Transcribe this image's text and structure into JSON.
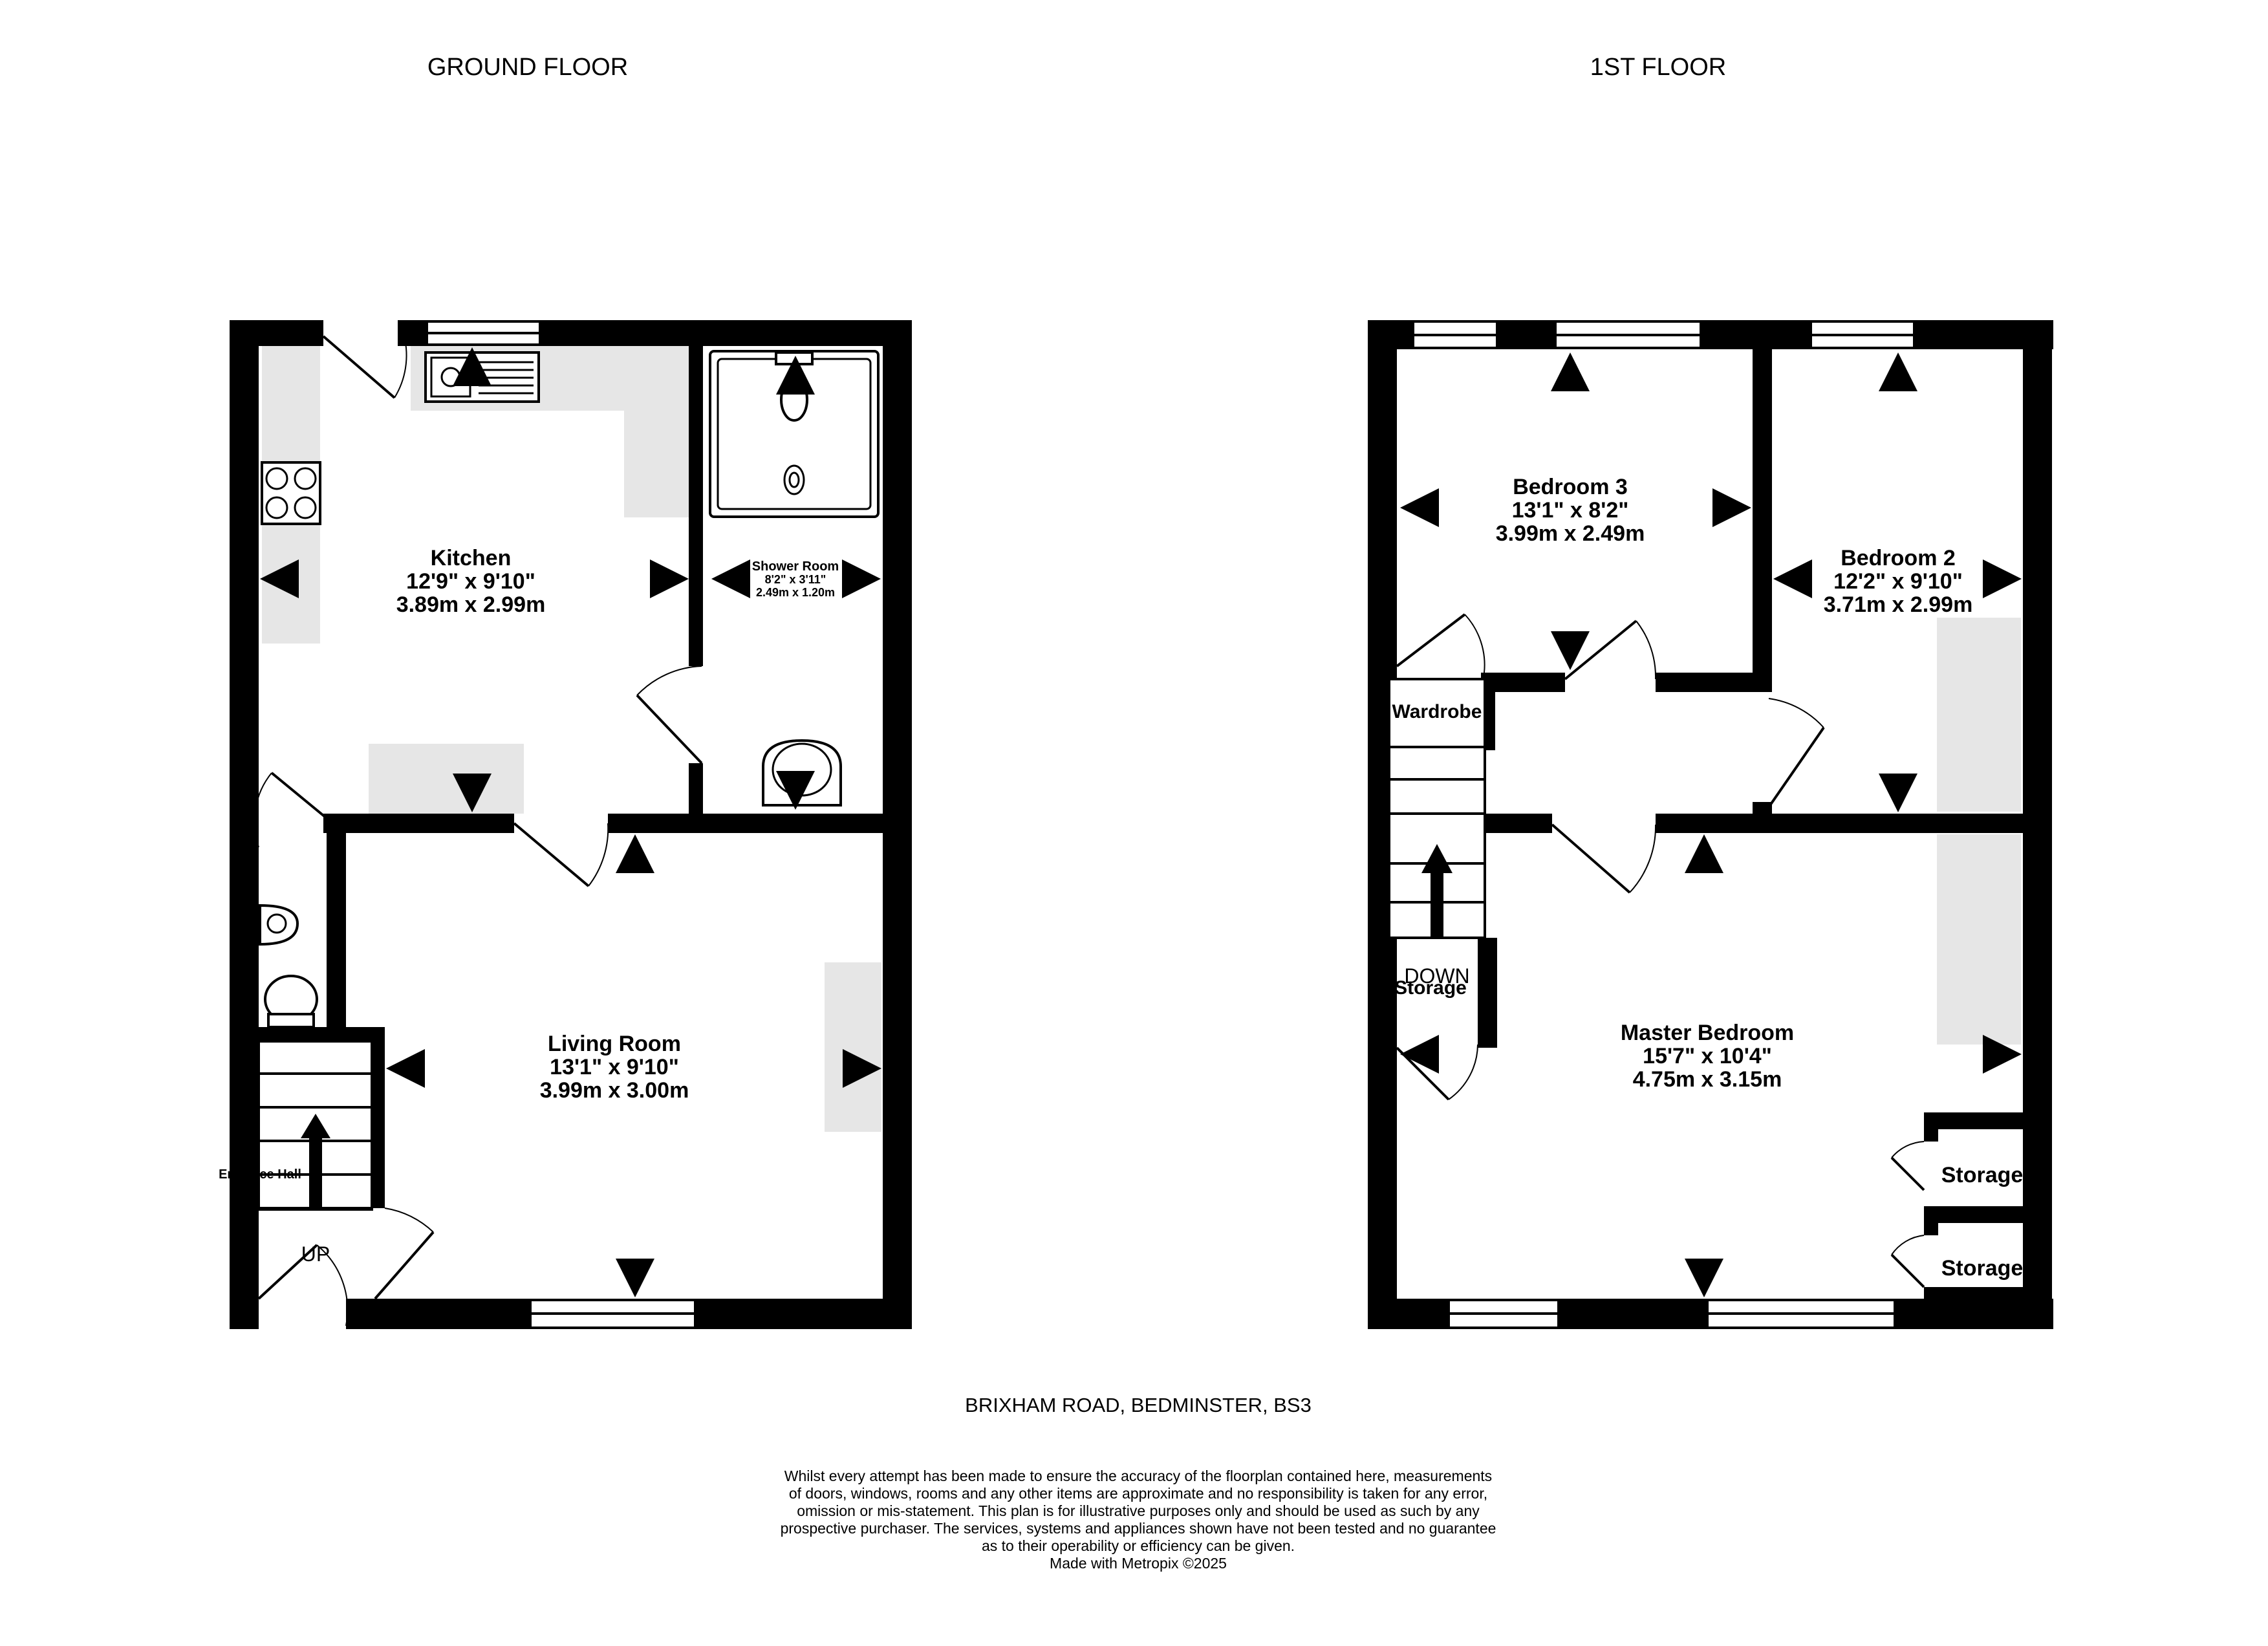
{
  "floors": {
    "ground": {
      "title": "GROUND FLOOR"
    },
    "first": {
      "title": "1ST FLOOR"
    }
  },
  "rooms": {
    "kitchen": {
      "name": "Kitchen",
      "imperial": "12'9\"  x 9'10\"",
      "metric": "3.89m  x 2.99m"
    },
    "shower_room": {
      "name": "Shower Room",
      "imperial": "8'2\"  x 3'11\"",
      "metric": "2.49m  x 1.20m"
    },
    "living_room": {
      "name": "Living Room",
      "imperial": "13'1\"  x 9'10\"",
      "metric": "3.99m  x 3.00m"
    },
    "entrance_hall": {
      "name": "Entrance Hall"
    },
    "bedroom_3": {
      "name": "Bedroom 3",
      "imperial": "13'1\"  x 8'2\"",
      "metric": "3.99m  x 2.49m"
    },
    "bedroom_2": {
      "name": "Bedroom 2",
      "imperial": "12'2\"  x 9'10\"",
      "metric": "3.71m  x 2.99m"
    },
    "master_bedroom": {
      "name": "Master Bedroom",
      "imperial": "15'7\"  x 10'4\"",
      "metric": "4.75m  x 3.15m"
    },
    "wardrobe": {
      "name": "Wardrobe"
    },
    "storage_landing": {
      "name": "Storage"
    },
    "storage_1": {
      "name": "Storage"
    },
    "storage_2": {
      "name": "Storage"
    }
  },
  "stairs": {
    "up_label": "UP",
    "down_label": "DOWN"
  },
  "footer": {
    "address": "BRIXHAM ROAD, BEDMINSTER, BS3",
    "disclaimer_lines": [
      "Whilst every attempt has been made to ensure the accuracy of the floorplan contained here, measurements",
      "of doors, windows, rooms and any other items are approximate and no responsibility is taken for any error,",
      "omission or mis-statement. This plan is for illustrative purposes only and should be used as such by any",
      "prospective purchaser. The services, systems and appliances shown have not been tested and no guarantee",
      "as to their operability or efficiency can be given.",
      "Made with Metropix ©2025"
    ]
  },
  "colors": {
    "wall": "#000000",
    "fixture_fill": "#e6e6e6",
    "background": "#ffffff"
  }
}
